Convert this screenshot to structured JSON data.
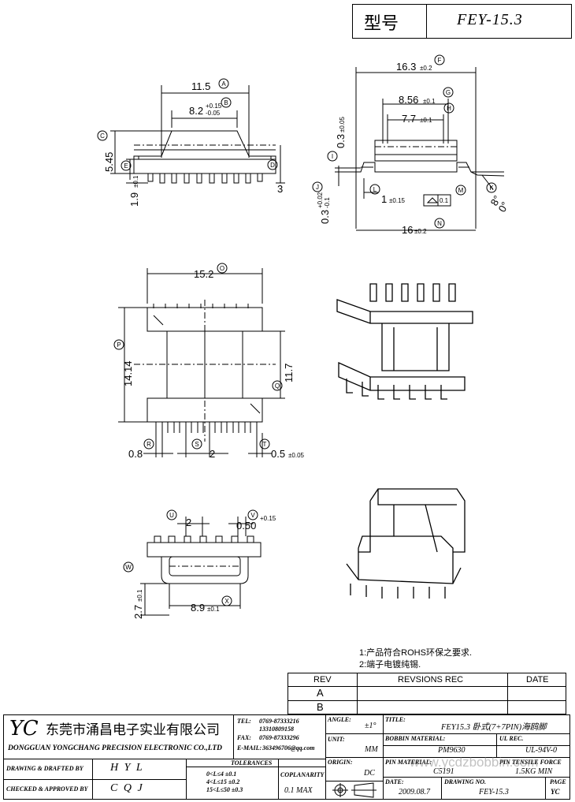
{
  "header": {
    "type_label": "型号",
    "model": "FEY-15.3"
  },
  "dims": {
    "A": "11.5",
    "B_main": "8.2",
    "B_tol_plus": "+0.15",
    "B_tol_minus": "-0.05",
    "C": "5.45",
    "D": "3",
    "E": "1.9",
    "E_tol": "±0.1",
    "F": "16.3",
    "F_tol": "±0.2",
    "G": "8.56",
    "G_tol": "±0.1",
    "H": "7.7",
    "H_tol": "±0.1",
    "I": "0.3",
    "I_tol": "±0.05",
    "J": "0.3",
    "J_tol_plus": "+0.02",
    "J_tol_minus": "-0.1",
    "L": "1",
    "L_tol": "±0.15",
    "M_box": "0.1",
    "K_angle1": "8°",
    "K_angle2": "0°",
    "N": "16",
    "N_tol": "±0.2",
    "O": "15.2",
    "P": "14.14",
    "Q": "11.7",
    "R": "0.8",
    "S": "2",
    "T": "0.5",
    "T_tol": "±0.05",
    "U": "2",
    "V": "0.50",
    "V_tol": "+0.15",
    "W": "2.7",
    "W_tol": "±0.1",
    "X": "8.9",
    "X_tol": "±0.1"
  },
  "circle_labels": [
    "A",
    "B",
    "C",
    "D",
    "E",
    "F",
    "G",
    "H",
    "I",
    "J",
    "K",
    "L",
    "M",
    "N",
    "O",
    "P",
    "Q",
    "R",
    "S",
    "T",
    "U",
    "V",
    "W",
    "X"
  ],
  "notes": [
    "1:产品符合ROHS环保之要求.",
    "2:端子电镀纯锡."
  ],
  "revision": {
    "rev_header": "REV",
    "desc_header": "REVSIONS REC",
    "date_header": "DATE",
    "rows": [
      "A",
      "B"
    ]
  },
  "title_block": {
    "logo": "YC",
    "company_cn": "东莞市涌昌电子实业有限公司",
    "company_en": "DONGGUAN YONGCHANG PRECISION ELECTRONIC CO.,LTD",
    "tel_label": "TEL:",
    "tel1": "0769-87333216",
    "tel2": "13310809158",
    "fax_label": "FAX:",
    "fax": "0769-87333296",
    "email_label": "E-MAIL:",
    "email": "363496706@qq.com",
    "angle_label": "ANGLE:",
    "angle": "±1°",
    "unit_label": "UNIT:",
    "unit": "MM",
    "origin_label": "ORIGIN:",
    "origin": "DC",
    "title_label": "TITLE:",
    "title": "FEY15.3 卧式(7+7PIN)海鸥脚",
    "bobbin_label": "BOBBIN MATERIAL:",
    "bobbin": "PM9630",
    "ul_label": "UL REC.",
    "ul": "UL-94V-0",
    "pin_label": "PIN MATERIAL:",
    "pin": "C5191",
    "tensile_label": "PIN TENSILE FORCE",
    "tensile": "1.5KG MIN",
    "date_label": "DATE:",
    "date": "2009.08.7",
    "drawing_no_label": "DRAWING NO.",
    "drawing_no": "FEY-15.3",
    "page_label": "PAGE",
    "page": "YC",
    "drawn_label": "DRAWING & DRAFTED BY",
    "drawn": "H Y L",
    "checked_label": "CHECKED & APPROVED BY",
    "checked": "C Q J",
    "tol_label": "TOLERANCES",
    "tol1": "0<L≤4   ±0.1",
    "tol2": "4<L≤15  ±0.2",
    "tol3": "15<L≤50  ±0.3",
    "coplan_label": "COPLANARITY",
    "coplan": "0.1 MAX",
    "watermark": "www.ycdzbobbin.com"
  }
}
